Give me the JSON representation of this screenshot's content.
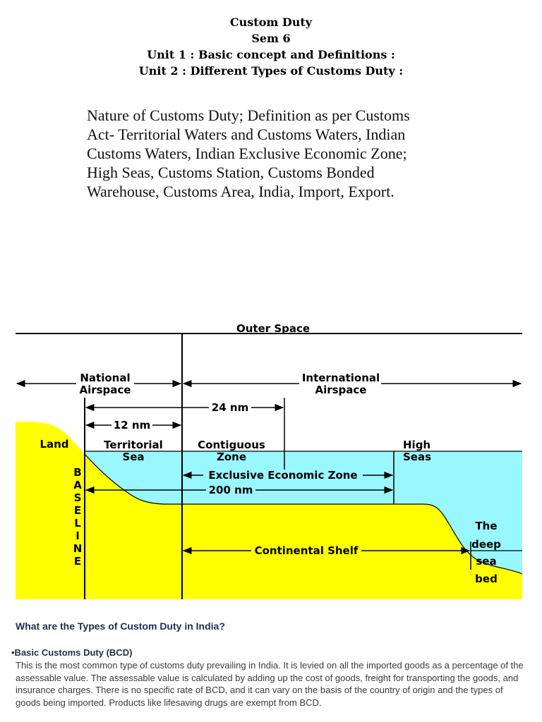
{
  "header": {
    "line1": "Custom Duty",
    "line2": "Sem 6",
    "line3": "Unit 1 : Basic concept and Definitions :",
    "line4": "Unit 2 : Different Types of Customs Duty :"
  },
  "intro": {
    "text": "Nature of Customs Duty; Definition as per Customs Act- Territorial Waters and Customs Waters, Indian Customs Waters, Indian Exclusive Economic Zone; High Seas, Customs Station, Customs Bonded Warehouse, Customs Area, India, Import, Export."
  },
  "diagram": {
    "outer_space": "Outer Space",
    "national_1": "National",
    "national_2": "Airspace",
    "international_1": "International",
    "international_2": "Airspace",
    "nm24": "24 nm",
    "nm12": "12 nm",
    "land": "Land",
    "territorial_1": "Territorial",
    "territorial_2": "Sea",
    "contiguous_1": "Contiguous",
    "contiguous_2": "Zone",
    "high_1": "High",
    "high_2": "Seas",
    "eez": "Exclusive Economic Zone",
    "nm200": "200 nm",
    "baseline": [
      "B",
      "A",
      "S",
      "E",
      "L",
      "I",
      "N",
      "E"
    ],
    "continental_shelf": "Continental Shelf",
    "deep_1": "The",
    "deep_2": "deep",
    "deep_3": "sea",
    "deep_4": "bed",
    "colors": {
      "sea": "#99f7ff",
      "land": "#ffff00",
      "line": "#000000"
    }
  },
  "types_section": {
    "question": "What are the Types of Custom Duty in India?",
    "bcd_title": "•Basic Customs Duty (BCD)",
    "bcd_text": "This is the most common type of customs duty prevailing in India. It is levied on all the imported goods as a percentage of the assessable value. The assessable value is calculated by adding up the cost of goods, freight for transporting the goods, and insurance charges. There is no specific rate of BCD, and it can vary on the basis of the country of origin and the types of goods being imported. Products like lifesaving drugs are exempt from BCD."
  }
}
